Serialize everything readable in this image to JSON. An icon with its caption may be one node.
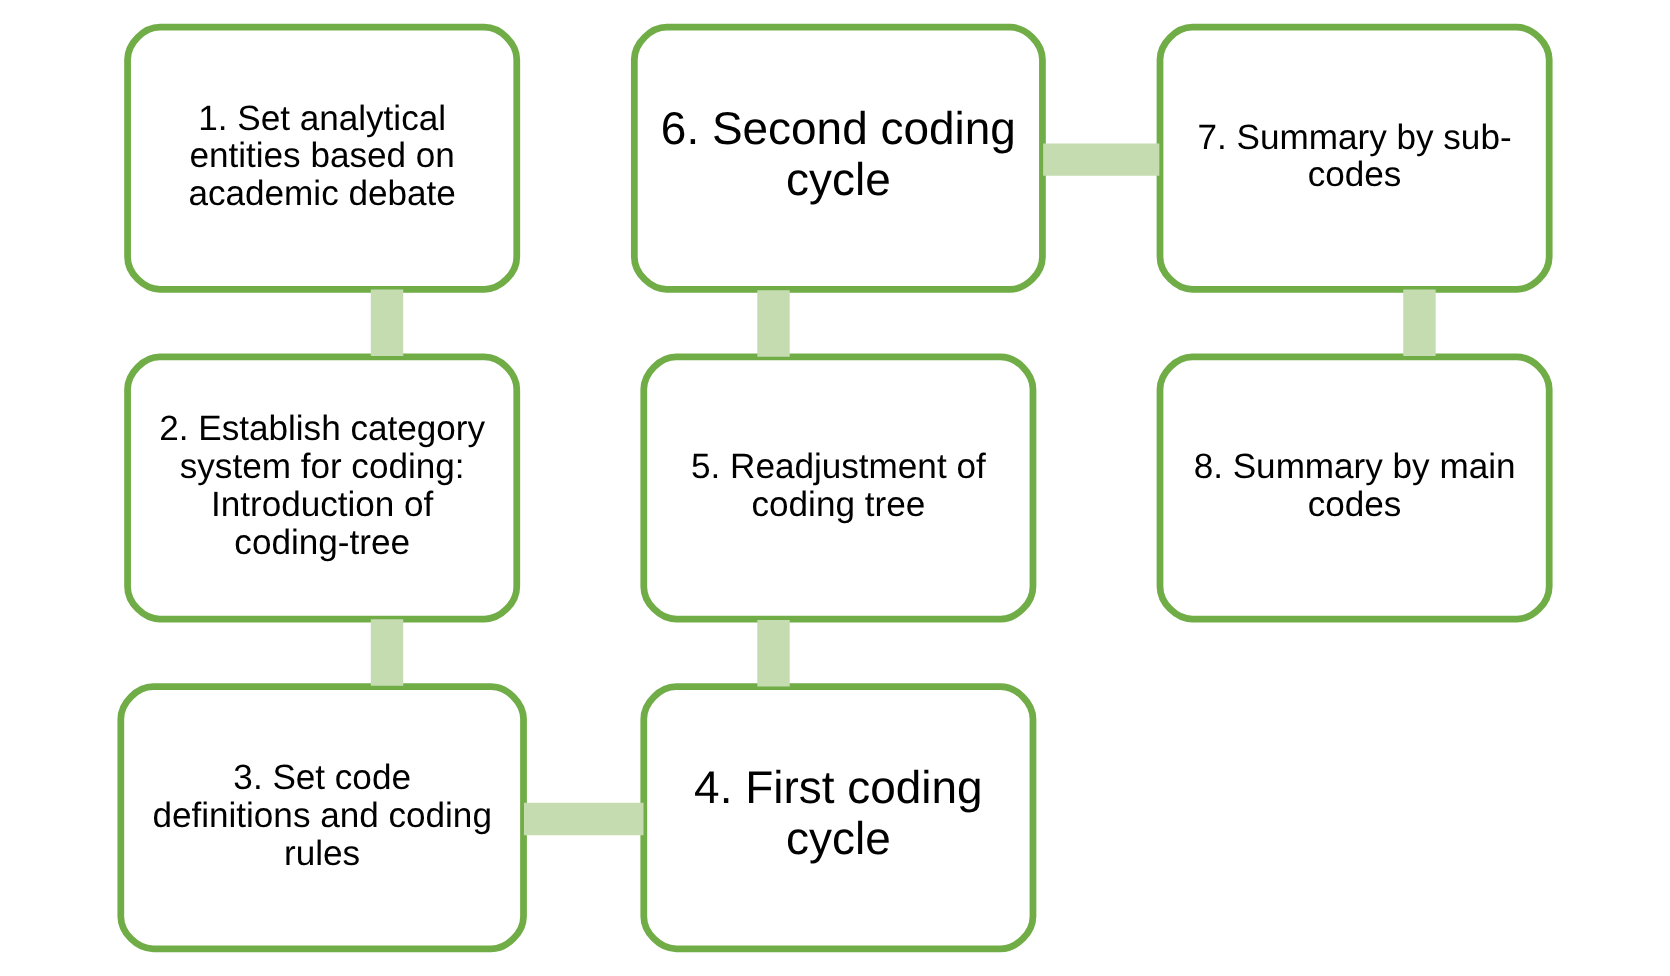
{
  "diagram": {
    "nodes": [
      {
        "text": [
          "1. Set analytical entities based on academic debate"
        ]
      },
      {
        "text": [
          "2. Establish category system for coding: Introduction of coding-tree"
        ]
      },
      {
        "text": [
          "3. Set code definitions and coding rules"
        ]
      },
      {
        "text": [
          "4. First coding cycle"
        ]
      },
      {
        "text": [
          "5. Readjustment of coding tree"
        ]
      },
      {
        "text": [
          "6. Second coding cycle"
        ]
      },
      {
        "text": [
          "7. Summary by sub-codes"
        ]
      },
      {
        "text": [
          "8. Summary by main codes"
        ]
      }
    ],
    "edges": [
      {
        "from": 0,
        "to": 1,
        "arrow": "none"
      },
      {
        "from": 1,
        "to": 2,
        "arrow": "none"
      },
      {
        "from": 2,
        "to": 3,
        "arrow": "none"
      },
      {
        "from": 3,
        "to": 4,
        "arrow": "none"
      },
      {
        "from": 4,
        "to": 5,
        "arrow": "none"
      },
      {
        "from": 5,
        "to": 6,
        "arrow": "none"
      },
      {
        "from": 6,
        "to": 7,
        "arrow": "none"
      }
    ]
  }
}
